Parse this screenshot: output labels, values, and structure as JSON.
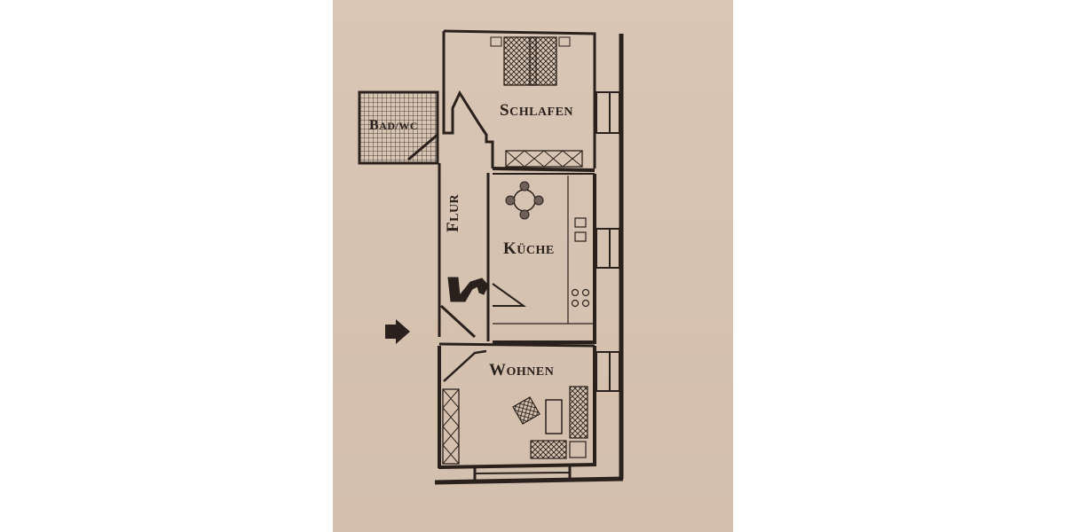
{
  "image": {
    "description": "Photographed printed apartment floor plan (German)",
    "paper_color": "#d7c4b2",
    "ink_color": "#2a211d"
  },
  "rooms": [
    {
      "id": "schlafen",
      "first": "S",
      "rest": "CHLAFEN",
      "label": "Schlafen"
    },
    {
      "id": "bad",
      "first": "B",
      "rest": "AD/WC",
      "label": "Bad/WC"
    },
    {
      "id": "flur",
      "first": "F",
      "rest": "LUR",
      "label": "Flur"
    },
    {
      "id": "kueche",
      "first": "K",
      "rest": "ÜCHE",
      "label": "Küche"
    },
    {
      "id": "wohnen",
      "first": "W",
      "rest": "OHNEN",
      "label": "Wohnen"
    }
  ],
  "symbols": {
    "entrance": "entrance-arrow-icon",
    "stairs": "staircase-5-icon",
    "bed": "double-bed-icon",
    "table": "round-table-4-chairs-icon",
    "stove": "cooktop-icon"
  }
}
